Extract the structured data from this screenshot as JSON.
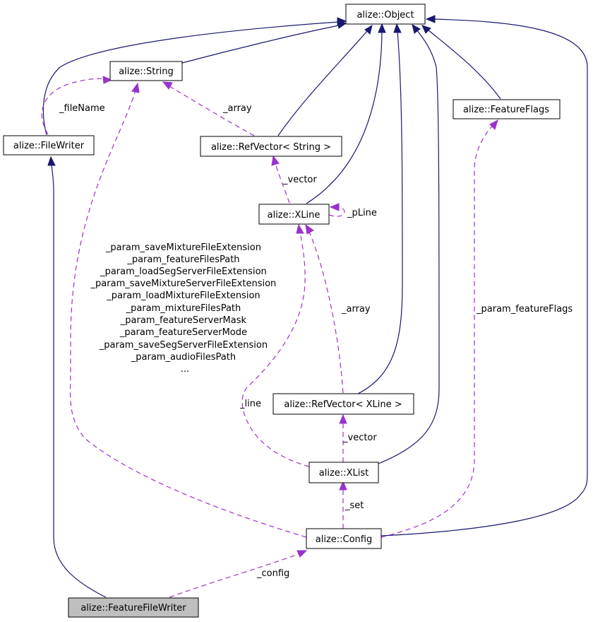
{
  "nodes": {
    "object": "alize::Object",
    "string": "alize::String",
    "filewriter": "alize::FileWriter",
    "featureflags": "alize::FeatureFlags",
    "refvector_string": "alize::RefVector< String >",
    "xline": "alize::XLine",
    "refvector_xline": "alize::RefVector< XLine >",
    "xlist": "alize::XList",
    "config": "alize::Config",
    "featurefilewriter": "alize::FeatureFileWriter"
  },
  "edge_labels": {
    "filename": "_fileName",
    "array_string": "_array",
    "vector_string": "_vector",
    "pline": "_pLine",
    "array_xline": "_array",
    "line": "_line",
    "vector_xline": "_vector",
    "set": "_set",
    "config": "_config",
    "param_featureflags": "_param_featureFlags"
  },
  "config_params": [
    "_param_saveMixtureFileExtension",
    "_param_featureFilesPath",
    "_param_loadSegServerFileExtension",
    "_param_saveMixtureServerFileExtension",
    "_param_loadMixtureFileExtension",
    "_param_mixtureFilesPath",
    "_param_featureServerMask",
    "_param_featureServerMode",
    "_param_saveSegServerFileExtension",
    "_param_audioFilesPath",
    "..."
  ],
  "colors": {
    "inheritance": "#191970",
    "usage": "#9a32cd",
    "highlight_fill": "#bfbfbf"
  }
}
